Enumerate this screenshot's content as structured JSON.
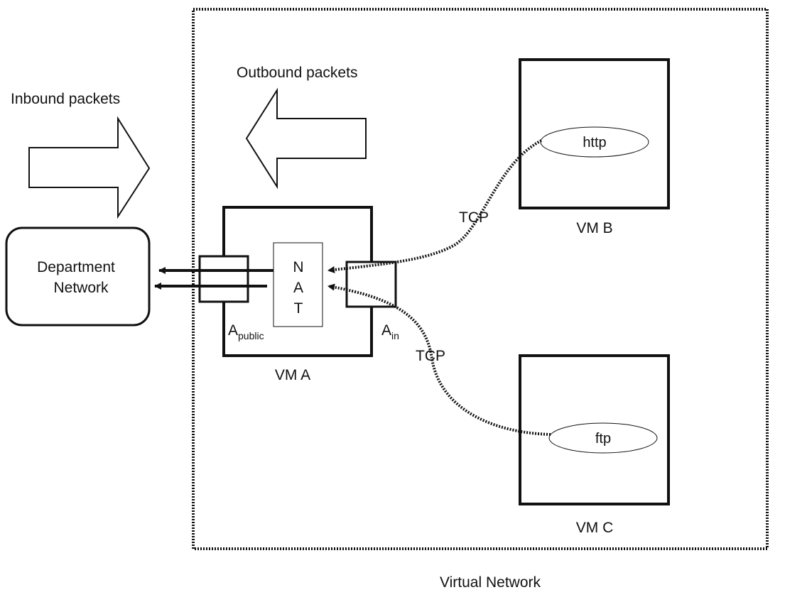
{
  "labels": {
    "inbound": "Inbound packets",
    "outbound": "Outbound packets",
    "department_line1": "Department",
    "department_line2": "Network",
    "nat_letters": [
      "N",
      "A",
      "T"
    ],
    "a_public_main": "A",
    "a_public_sub": "public",
    "a_in_main": "A",
    "a_in_sub": "in",
    "vm_a": "VM A",
    "vm_b": "VM B",
    "vm_c": "VM C",
    "http": "http",
    "ftp": "ftp",
    "tcp_upper": "TCP",
    "tcp_lower": "TCP",
    "virtual_network": "Virtual Network"
  },
  "colors": {
    "stroke": "#111111",
    "background": "#ffffff"
  }
}
